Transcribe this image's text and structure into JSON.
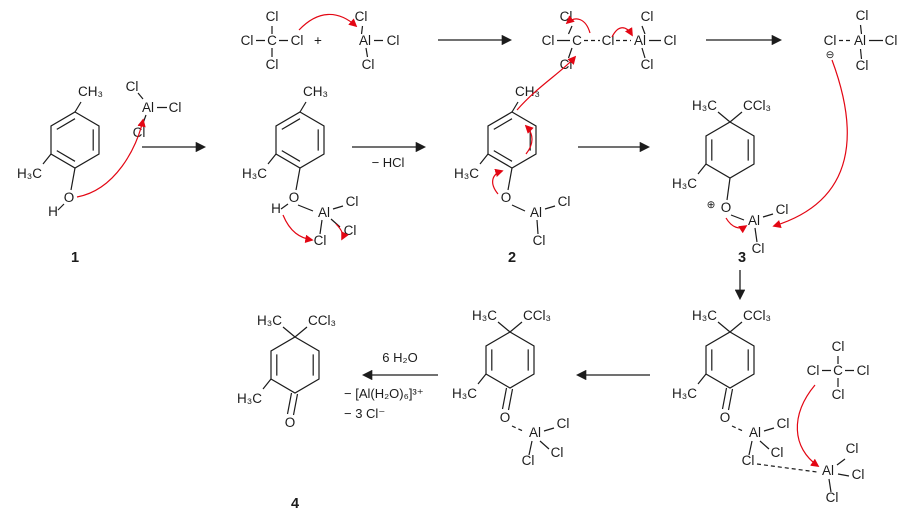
{
  "atoms": {
    "cl": "Cl",
    "c": "C",
    "al": "Al",
    "o": "O",
    "h": "H",
    "ch3": "CH₃",
    "h3c": "H₃C",
    "ccl3": "CCl₃"
  },
  "symbols": {
    "plus": "+",
    "oplus": "⊕",
    "ominus": "⊖"
  },
  "steps": {
    "minus_hcl": "− HCl",
    "water": "6 H₂O",
    "minus_al": "− [Al(H₂O)₆]³⁺",
    "minus_cl": "− 3 Cl⁻"
  },
  "labels": {
    "compound1": "1",
    "compound2": "2",
    "compound3": "3",
    "compound4": "4"
  }
}
